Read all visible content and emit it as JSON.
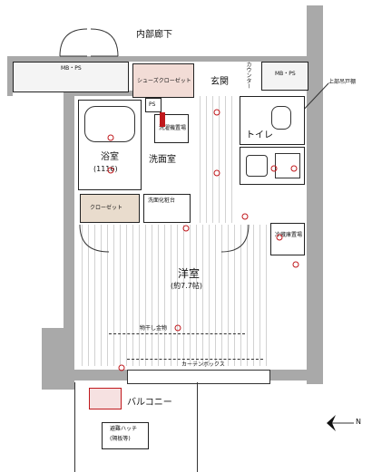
{
  "plan": {
    "corridor_label": "内部廊下",
    "mbps_left": "MB・PS",
    "mbps_right": "MB・PS",
    "shoe_closet": "シューズクローゼット",
    "entrance": "玄関",
    "counter": "カウンター",
    "top_hanging_door": "上部吊戸棚",
    "ps": "PS",
    "washer_pan": "洗濯機置場",
    "toilet": "トイレ",
    "bath_name": "浴室",
    "bath_size": "(1116)",
    "washroom": "洗面室",
    "vanity": "洗面化粧台",
    "closet": "クローゼット",
    "fridge": "冷蔵庫置場",
    "western_room": "洋室",
    "western_area": "(約7.7帖)",
    "drying_rail": "物干し金物",
    "curtain_box": "カーテンボックス",
    "balcony": "バルコニー",
    "evac_hatch_line1": "避難ハッチ",
    "evac_hatch_line2": "(隔板等)",
    "north_label": "N"
  },
  "colors": {
    "wall": "#a9a9a9",
    "shoe_area": "#f2dcd6",
    "closet_fill": "#e9dccd",
    "fixture_red": "#c0181c"
  }
}
